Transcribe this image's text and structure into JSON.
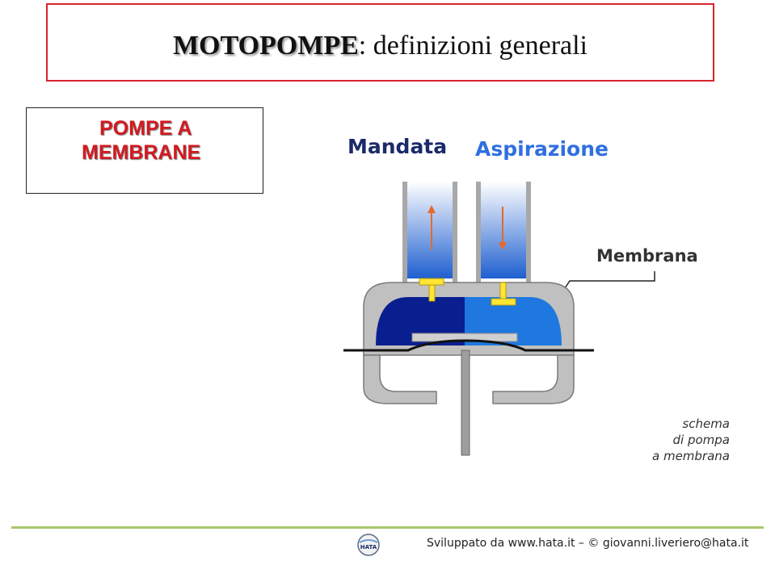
{
  "header": {
    "title_bold": "MOTOPOMPE",
    "title_rest": ": definizioni generali"
  },
  "section": {
    "line1": "POMPE A",
    "line2": "MEMBRANE"
  },
  "diagram": {
    "label_mandata": "Mandata",
    "label_aspirazione": "Aspirazione",
    "label_membrana": "Membrana",
    "caption_line1": "schema",
    "caption_line2": "di pompa",
    "caption_line3": "a membrana",
    "colors": {
      "dark_blue": "#0a1f8f",
      "light_blue": "#1f78e0",
      "gray": "#bdbdbd",
      "arrow_orange": "#e36a2c",
      "valve_yellow": "#ffe534"
    }
  },
  "footer": {
    "text": "Sviluppato da www.hata.it – © giovanni.liveriero@hata.it",
    "logo_text": "HATA"
  }
}
